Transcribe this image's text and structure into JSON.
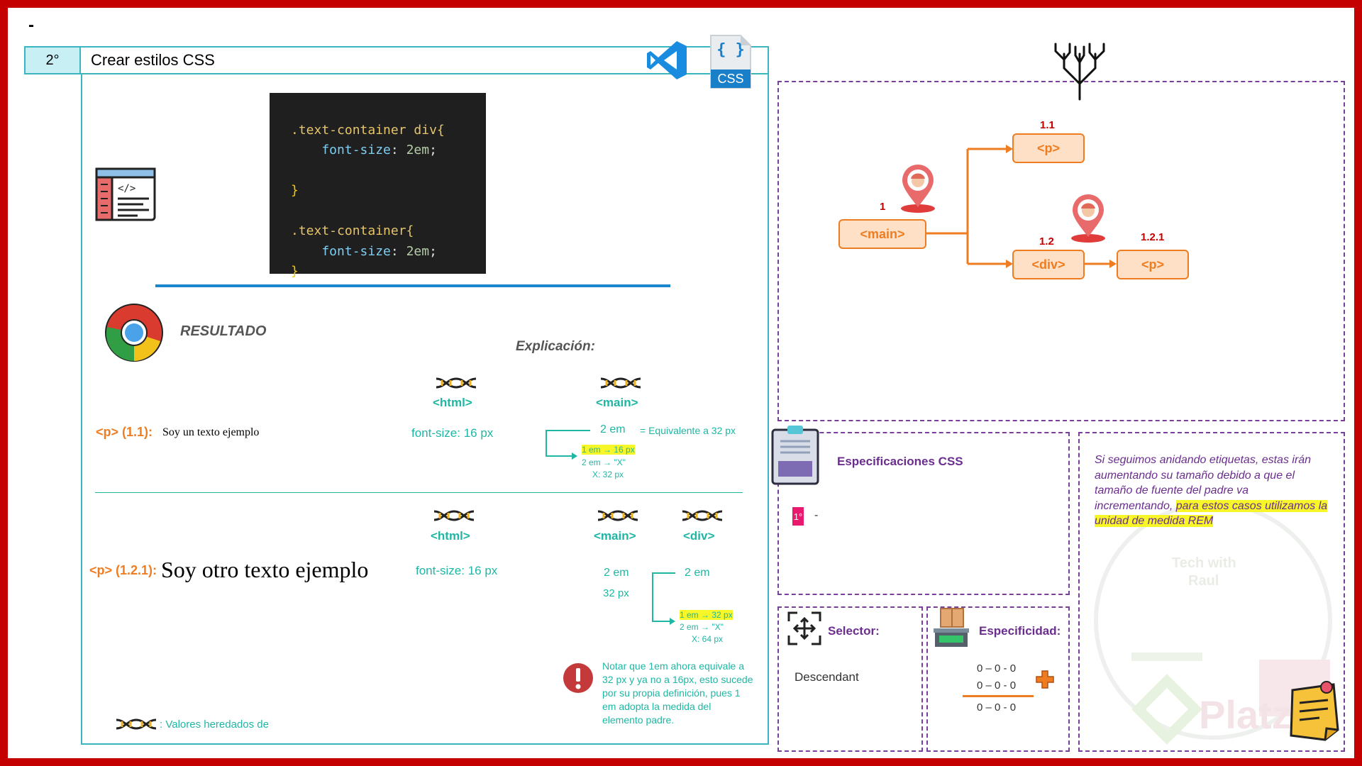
{
  "corner_dash": "-",
  "step": {
    "number": "2°",
    "title": "Crear estilos CSS"
  },
  "css_icon_label": "CSS",
  "css_icon_braces": "{ }",
  "code_lines": [
    {
      "t": "sel",
      "v": ".text-container div{"
    },
    {
      "t": "prop",
      "v": "    font-size",
      "rest": ": ",
      "val": "2em",
      "end": ";"
    },
    {
      "t": "blank",
      "v": ""
    },
    {
      "t": "brace",
      "v": "}"
    },
    {
      "t": "blank",
      "v": ""
    },
    {
      "t": "sel",
      "v": ".text-container{"
    },
    {
      "t": "prop",
      "v": "    font-size",
      "rest": ": ",
      "val": "2em",
      "end": ";"
    },
    {
      "t": "brace",
      "v": "}"
    }
  ],
  "result_label": "RESULTADO",
  "explanation_label": "Explicación:",
  "row1": {
    "tag": "<p> (1.1):",
    "text": "Soy un texto ejemplo",
    "html_tag": "<html>",
    "main_tag": "<main>",
    "html_font": "font-size: 16 px",
    "em_value": "2 em",
    "equivalent": "= Equivalente a 32 px",
    "calc1": "1 em → 16 px",
    "calc2": "2 em → \"X\"",
    "calc3": "X: 32 px"
  },
  "row2": {
    "tag": "<p> (1.2.1):",
    "text": "Soy otro texto ejemplo",
    "html_tag": "<html>",
    "main_tag": "<main>",
    "div_tag": "<div>",
    "html_font": "font-size: 16 px",
    "main_em": "2 em",
    "main_px": "32 px",
    "div_em": "2 em",
    "calc1": "1 em → 32 px",
    "calc2": "2 em → \"X\"",
    "calc3": "X: 64 px"
  },
  "note": [
    "Notar que 1em ahora equivale a",
    "32 px y ya no a 16px, esto sucede",
    "por su propia definición, pues 1",
    "em adopta la medida del",
    "elemento padre."
  ],
  "legend_text": ": Valores heredados de",
  "tree": {
    "main": {
      "label": "<main>",
      "num": "1"
    },
    "p1": {
      "label": "<p>",
      "num": "1.1"
    },
    "div": {
      "label": "<div>",
      "num": "1.2"
    },
    "p2": {
      "label": "<p>",
      "num": "1.2.1"
    }
  },
  "specs": {
    "title": "Especificaciones CSS",
    "badge": "1°",
    "dash": "-"
  },
  "selector": {
    "label": "Selector:",
    "value": "Descendant"
  },
  "specificity": {
    "label": "Especificidad:",
    "row1": "0 – 0 - 0",
    "row2": "0 – 0 - 0",
    "result": "0 – 0 - 0"
  },
  "side_note": {
    "normal": "Si seguimos anidando etiquetas, estas irán aumentando su tamaño debido a que el tamaño de fuente del padre va incrementando, ",
    "highlight": "para estos casos utilizamos la unidad de medida REM"
  },
  "watermark": {
    "line1": "Tech with",
    "line2": "Raul",
    "brand": "Platzi"
  },
  "colors": {
    "teal": "#1fb7a4",
    "orange": "#ee7d22",
    "purple": "#6b2e8f",
    "frame": "#c40000",
    "blue_line": "#1a86d0"
  }
}
